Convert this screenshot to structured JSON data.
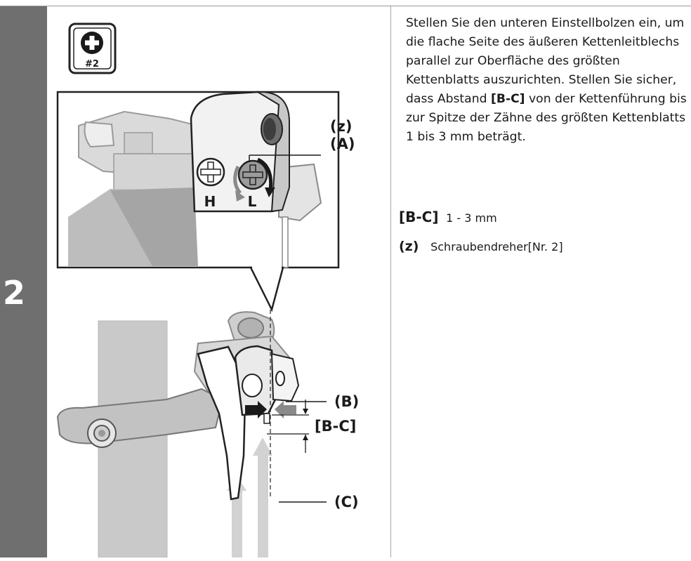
{
  "step": {
    "number": "2"
  },
  "tool_icon": {
    "name": "phillips-screwdriver-icon",
    "label": "#2"
  },
  "figure": {
    "top_callouts": {
      "z": "(z)",
      "a": "(A)",
      "screw_h": "H",
      "screw_l": "L"
    },
    "bottom_callouts": {
      "b": "(B)",
      "bc": "[B-C]",
      "c": "(C)"
    }
  },
  "instructions": {
    "part1": "Stellen Sie den unteren Einstellbolzen ein, um die flache Seite des äußeren Kettenleitblechs parallel zur Oberfläche des größten Kettenblatts auszurichten. Stellen Sie sicher, dass Abstand ",
    "highlight": "[B-C]",
    "part2": " von der Kettenführung bis zur Spitze der Zähne des größten Kettenblatts 1 bis 3 mm beträgt."
  },
  "specs": [
    {
      "key": "[B-C]",
      "value": "1 - 3 mm"
    },
    {
      "key": "(z)",
      "value": "Schraubendreher[Nr. 2]"
    }
  ]
}
